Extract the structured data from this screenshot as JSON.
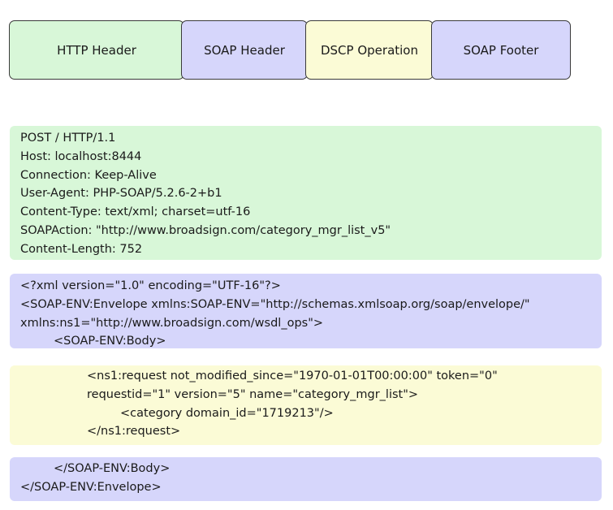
{
  "colors": {
    "http": "#d8f7d8",
    "soap": "#d6d6fb",
    "dscp": "#fbfbd6"
  },
  "legend": {
    "http_header": "HTTP Header",
    "soap_header": "SOAP Header",
    "dscp_operation": "DSCP Operation",
    "soap_footer": "SOAP Footer"
  },
  "http_block": [
    "POST / HTTP/1.1",
    "Host: localhost:8444",
    "Connection: Keep-Alive",
    "User-Agent: PHP-SOAP/5.2.6-2+b1",
    "Content-Type: text/xml; charset=utf-16",
    "SOAPAction: \"http://www.broadsign.com/category_mgr_list_v5\"",
    "Content-Length: 752"
  ],
  "soap_header_block": [
    "<?xml version=\"1.0\" encoding=\"UTF-16\"?>",
    "<SOAP-ENV:Envelope xmlns:SOAP-ENV=\"http://schemas.xmlsoap.org/soap/envelope/\"",
    "xmlns:ns1=\"http://www.broadsign.com/wsdl_ops\">",
    "<SOAP-ENV:Body>"
  ],
  "dscp_block": [
    "<ns1:request not_modified_since=\"1970-01-01T00:00:00\" token=\"0\"",
    "requestid=\"1\" version=\"5\" name=\"category_mgr_list\">",
    "<category domain_id=\"1719213\"/>",
    "</ns1:request>"
  ],
  "soap_footer_block": [
    "</SOAP-ENV:Body>",
    "</SOAP-ENV:Envelope>"
  ]
}
